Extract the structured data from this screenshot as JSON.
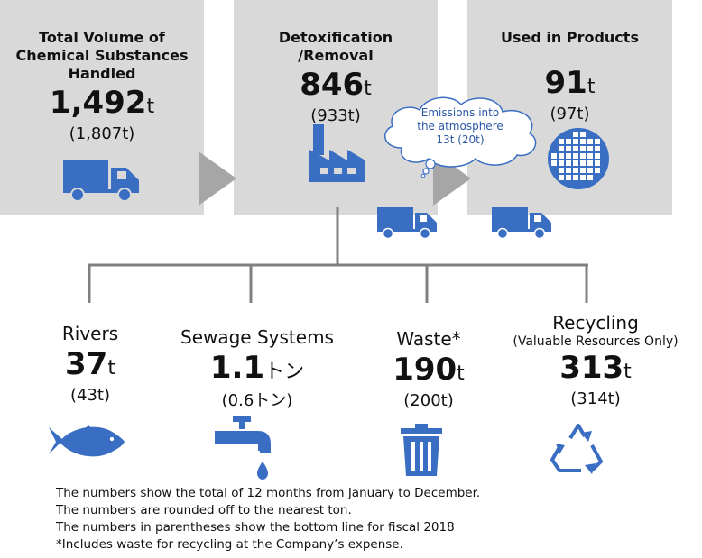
{
  "total": {
    "title_line1": "Total Volume of",
    "title_line2": "Chemical Substances",
    "title_line3": "Handled",
    "value": "1,492",
    "unit": "t",
    "previous": "(1,807t)"
  },
  "detox": {
    "title_line1": "Detoxification",
    "title_line2": "/Removal",
    "value": "846",
    "unit": "t",
    "previous": "(933t)"
  },
  "products": {
    "title": "Used in Products",
    "value": "91",
    "unit": "t",
    "previous": "(97t)"
  },
  "emissions": {
    "line1": "Emissions into",
    "line2": "the atmosphere",
    "line3": "13t (20t)"
  },
  "rivers": {
    "title": "Rivers",
    "value": "37",
    "unit": "t",
    "previous": "(43t)"
  },
  "sewage": {
    "title": "Sewage Systems",
    "value": "1.1",
    "unit": "トン",
    "previous": "(0.6トン)"
  },
  "waste": {
    "title": "Waste*",
    "value": "190",
    "unit": "t",
    "previous": "(200t)"
  },
  "recycling": {
    "title": "Recycling",
    "subtitle": "(Valuable Resources Only)",
    "value": "313",
    "unit": "t",
    "previous": "(314t)"
  },
  "notes": [
    "The numbers show the total of 12 months from January to December.",
    "The numbers are rounded off to the nearest ton.",
    "The numbers in parentheses show the bottom line for fiscal 2018",
    "*Includes waste for recycling at the Company’s expense."
  ],
  "colors": {
    "icon_blue": "#3a6ec3",
    "box_gray": "#d9d9d9",
    "arrow_gray": "#a6a6a6",
    "line_gray": "#808080"
  },
  "icons": [
    "truck-icon",
    "factory-icon",
    "wafer-icon",
    "fish-icon",
    "faucet-icon",
    "trash-icon",
    "recycle-icon",
    "cloud-icon"
  ]
}
